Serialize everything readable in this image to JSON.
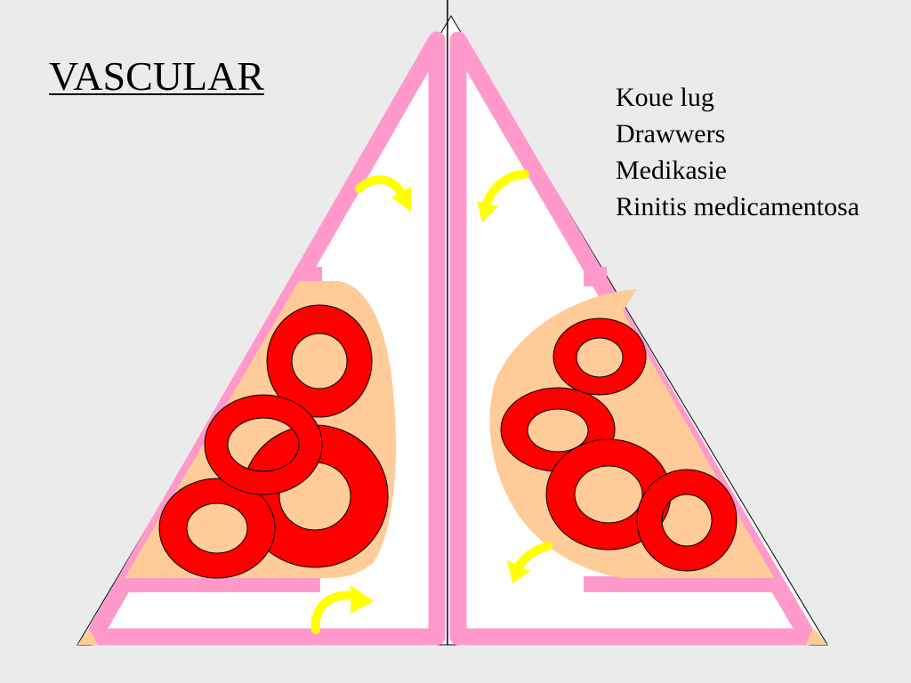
{
  "slide": {
    "title": "VASCULAR",
    "labels": [
      "Koue lug",
      "Drawwers",
      "Medikasie",
      "Rinitis medicamentosa"
    ]
  },
  "colors": {
    "background": "#ebebeb",
    "mucosa_lining": "#ff99cc",
    "cavity": "#ffffff",
    "swelling": "#ffcc99",
    "vessel": "#ff0000",
    "arrow": "#ffff00",
    "outline": "#000000"
  },
  "icons": {
    "flow_arrow": "curved-arrow-icon",
    "blood_vessel": "vessel-ring-icon"
  }
}
